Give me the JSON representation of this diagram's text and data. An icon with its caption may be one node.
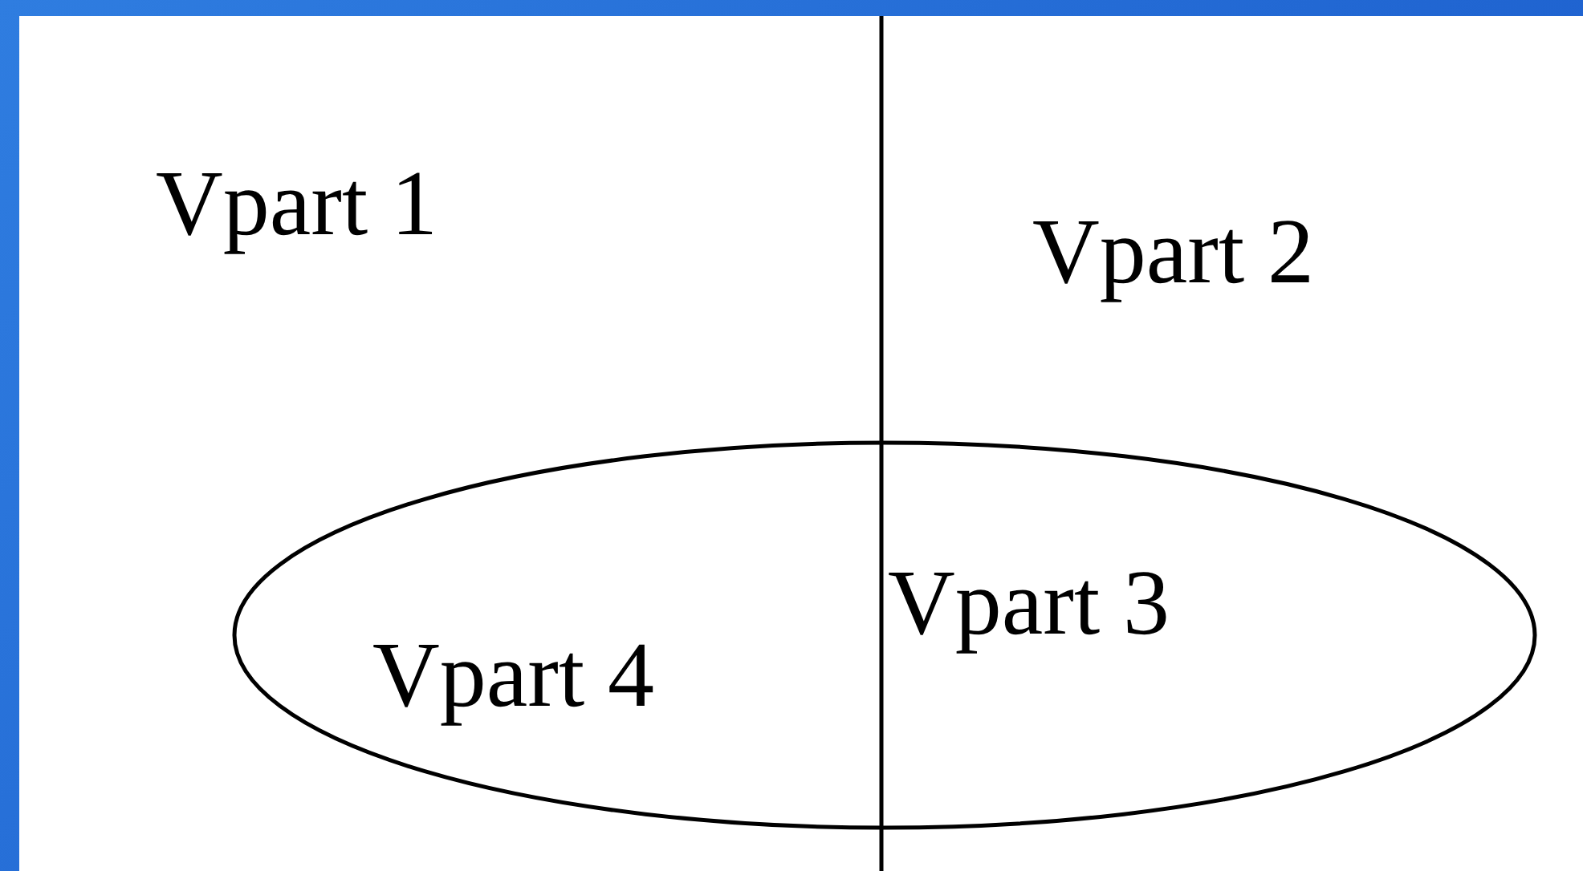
{
  "diagram": {
    "labels": [
      "Vpart 1",
      "Vpart 2",
      "Vpart 3",
      "Vpart 4"
    ]
  }
}
